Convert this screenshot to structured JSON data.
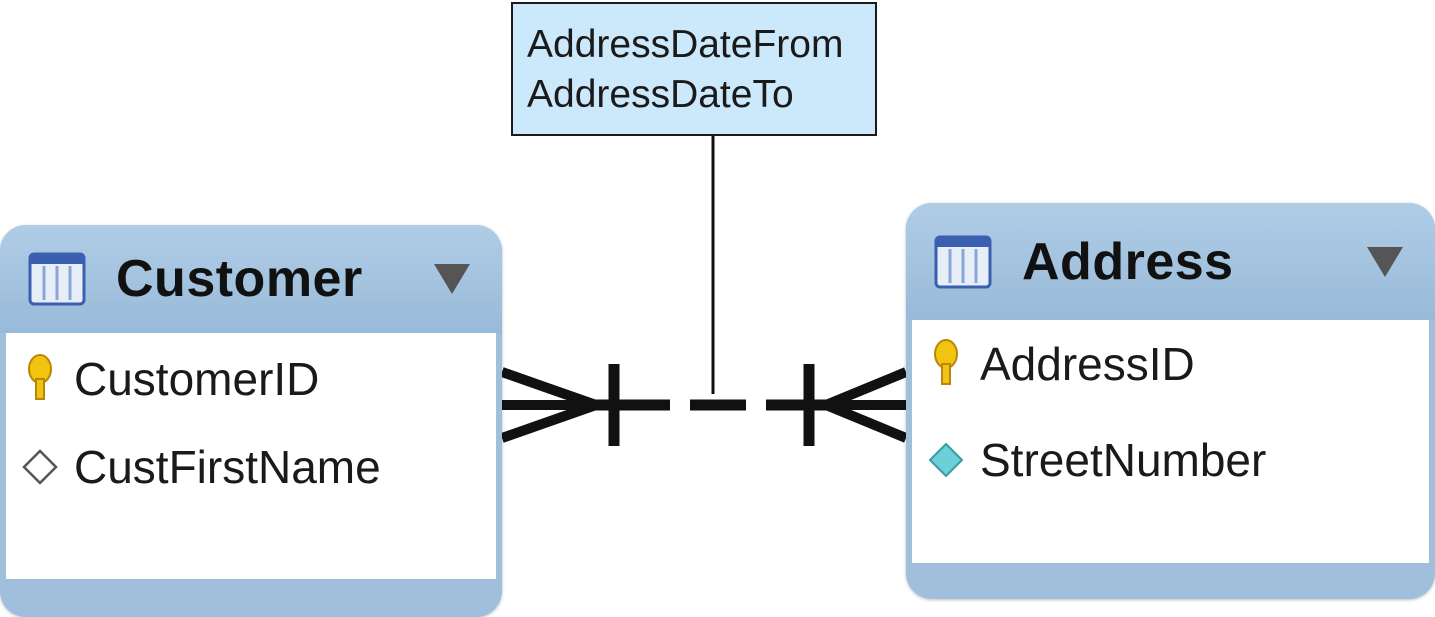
{
  "relationship_attributes": [
    "AddressDateFrom",
    "AddressDateTo"
  ],
  "entities": {
    "customer": {
      "title": "Customer",
      "attributes": [
        {
          "name": "CustomerID",
          "icon": "primary-key-icon"
        },
        {
          "name": "CustFirstName",
          "icon": "hollow-diamond-icon"
        }
      ]
    },
    "address": {
      "title": "Address",
      "attributes": [
        {
          "name": "AddressID",
          "icon": "primary-key-icon"
        },
        {
          "name": "StreetNumber",
          "icon": "filled-diamond-icon"
        }
      ]
    }
  },
  "relationship": {
    "customer_end": "one-and-only-one-to-many",
    "address_end": "one-and-only-one-to-many",
    "line_style": "dashed"
  },
  "colors": {
    "entity_header": "#9fbfdc",
    "attribute_box": "#cce8fb",
    "key_icon": "#f1c40f",
    "filled_diamond": "#6cd0d8"
  }
}
